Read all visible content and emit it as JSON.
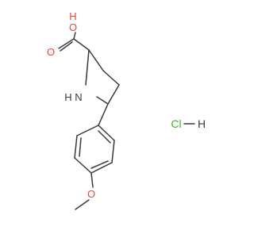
{
  "molecule": {
    "atoms": {
      "hydroxyl_oxygen": "O",
      "hydroxyl_hydrogen": "H",
      "carbonyl_oxygen": "O",
      "amine_nitrogen": "N",
      "amine_hydrogen": "H",
      "ether_oxygen": "O"
    },
    "salt": {
      "chlorine": "Cl",
      "hydrogen": "H"
    },
    "colors": {
      "bond": "#3a3a3a",
      "oxygen": "#e8483a",
      "chlorine": "#3dba2c"
    }
  }
}
